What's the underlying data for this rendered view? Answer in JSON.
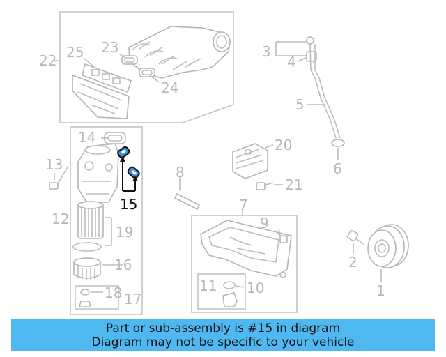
{
  "callouts": {
    "n1": "1",
    "n2": "2",
    "n3": "3",
    "n4": "4",
    "n5": "5",
    "n6": "6",
    "n7": "7",
    "n8": "8",
    "n9": "9",
    "n10": "10",
    "n11": "11",
    "n12": "12",
    "n13": "13",
    "n14": "14",
    "n15": "15",
    "n16": "16",
    "n17": "17",
    "n18": "18",
    "n19": "19",
    "n20": "20",
    "n21": "21",
    "n22": "22",
    "n23": "23",
    "n24": "24",
    "n25": "25"
  },
  "highlighted_part": "15",
  "colors": {
    "highlight": "#3d8fd6",
    "banner": "#4fb8f0",
    "callout_text": "#b8b8b8"
  },
  "banner": {
    "line1": "Part or sub-assembly is #15 in diagram",
    "line2": "Diagram may not be specific to your vehicle"
  }
}
